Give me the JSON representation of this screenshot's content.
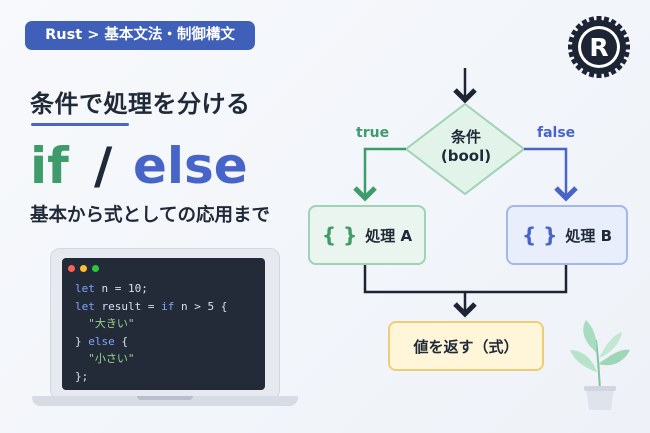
{
  "breadcrumb": "Rust > 基本文法・制御構文",
  "logo": {
    "letter": "R",
    "icon": "rust-logo"
  },
  "heading": {
    "subtitle": "条件で処理を分ける",
    "keyword_if": "if",
    "keyword_slash": "/",
    "keyword_else": "else",
    "tagline": "基本から式としての応用まで"
  },
  "code": {
    "lines": [
      [
        {
          "t": "let",
          "k": "kw"
        },
        {
          "t": " n = 10;",
          "k": "plain"
        }
      ],
      [
        {
          "t": "let",
          "k": "kw"
        },
        {
          "t": " result = ",
          "k": "plain"
        },
        {
          "t": "if",
          "k": "kw"
        },
        {
          "t": " n > 5 {",
          "k": "plain"
        }
      ],
      [
        {
          "t": "  \"大きい\"",
          "k": "str"
        }
      ],
      [
        {
          "t": "} ",
          "k": "plain"
        },
        {
          "t": "else",
          "k": "kw"
        },
        {
          "t": " {",
          "k": "plain"
        }
      ],
      [
        {
          "t": "  \"小さい\"",
          "k": "str"
        }
      ],
      [
        {
          "t": "};",
          "k": "plain"
        }
      ]
    ],
    "window_dots": [
      "#ff5f57",
      "#febc2e",
      "#28c840"
    ]
  },
  "flowchart": {
    "condition_line1": "条件",
    "condition_line2": "(bool)",
    "true_label": "true",
    "false_label": "false",
    "branch_a": "処理 A",
    "branch_b": "処理 B",
    "brace": "{ }",
    "result": "値を返す（式）"
  },
  "colors": {
    "accent_blue": "#4764c9",
    "accent_green": "#3f9c6a",
    "result_yellow": "#fff6d9"
  }
}
